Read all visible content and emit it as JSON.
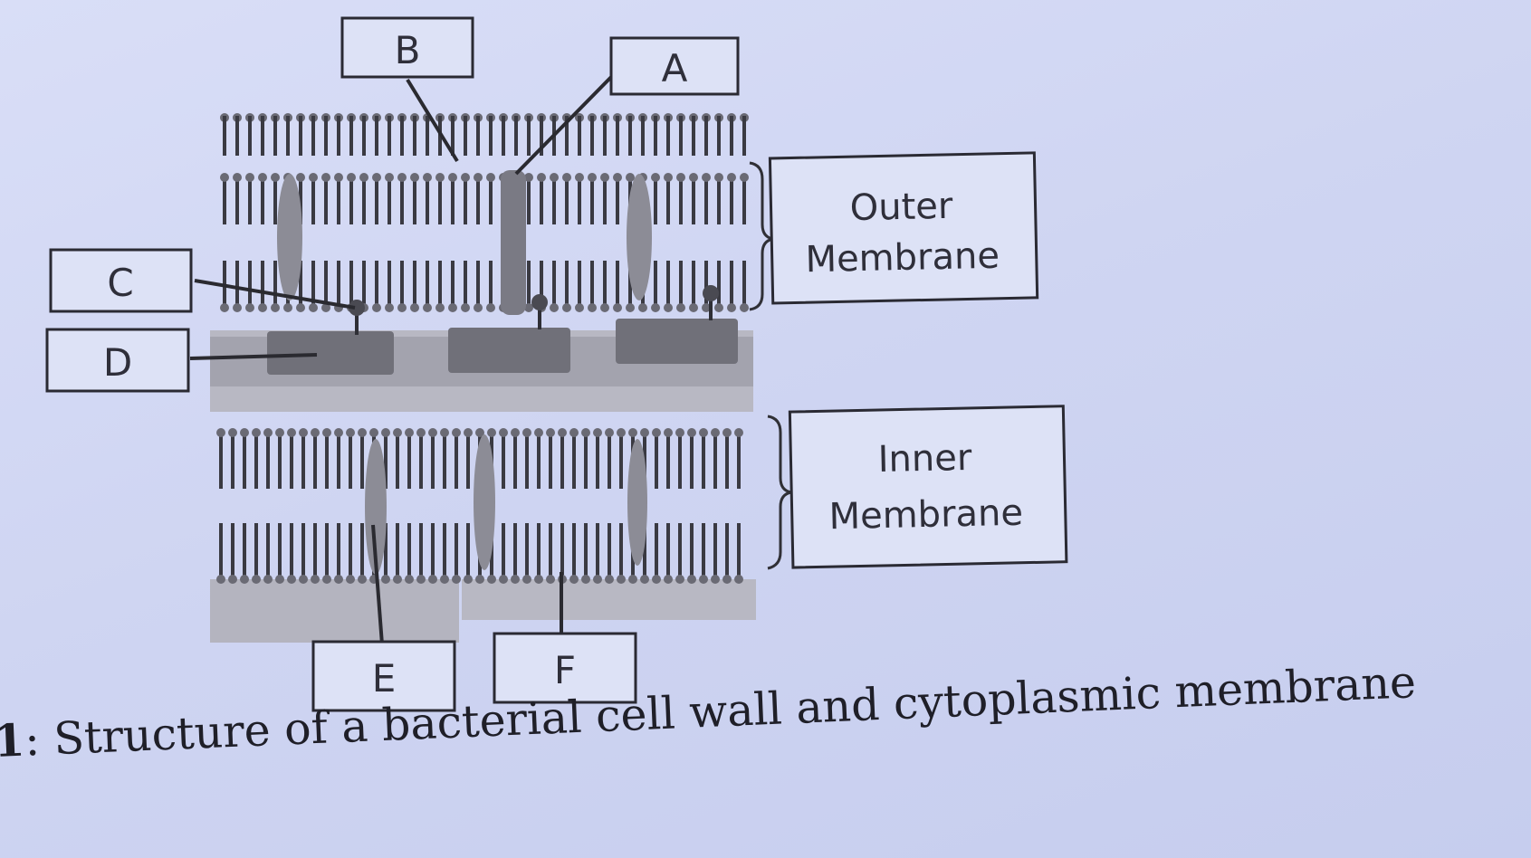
{
  "labels": {
    "a": "A",
    "b": "B",
    "c": "C",
    "d": "D",
    "e": "E",
    "f": "F"
  },
  "membranes": {
    "outer_line1": "Outer",
    "outer_line2": "Membrane",
    "inner_line1": "Inner",
    "inner_line2": "Membrane"
  },
  "caption": {
    "number": "1",
    "separator": ":",
    "text": "Structure of a bacterial cell wall and cytoplasmic membrane"
  },
  "colors": {
    "paper": "#d2d8f3",
    "lipid_head": "#6a6a74",
    "lipid_tail": "#3a3a42",
    "protein": "#8a8a94",
    "peptidoglycan": "#a6a6b0",
    "periplasm": "#b9b9c2"
  }
}
